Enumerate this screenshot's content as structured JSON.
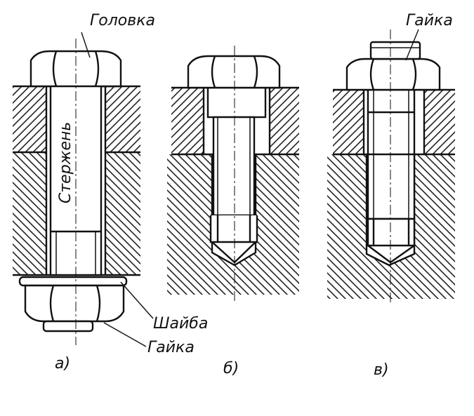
{
  "labels": {
    "head": "Головка",
    "shank": "Стержень",
    "washer": "Шайба",
    "nut_a": "Гайка",
    "nut_c": "Гайка"
  },
  "captions": {
    "a": "а)",
    "b": "б)",
    "c": "в)"
  }
}
